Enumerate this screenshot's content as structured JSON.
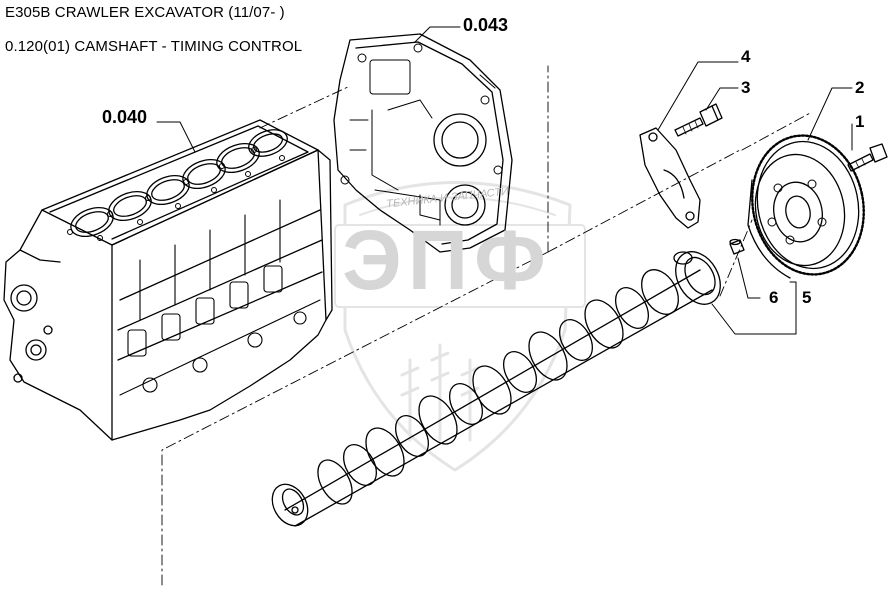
{
  "header": {
    "model": "E305B CRAWLER EXCAVATOR (11/07- )",
    "section": "0.120(01) CAMSHAFT - TIMING CONTROL"
  },
  "references": {
    "engine_block": "0.040",
    "timing_cover": "0.043"
  },
  "callouts": [
    "1",
    "2",
    "3",
    "4",
    "5",
    "6"
  ],
  "watermark": {
    "top_text": "ТЕХНИКА И ЗАПЧАСТИ",
    "main_text": "ЭПФ",
    "color": "#b8b8b8"
  }
}
